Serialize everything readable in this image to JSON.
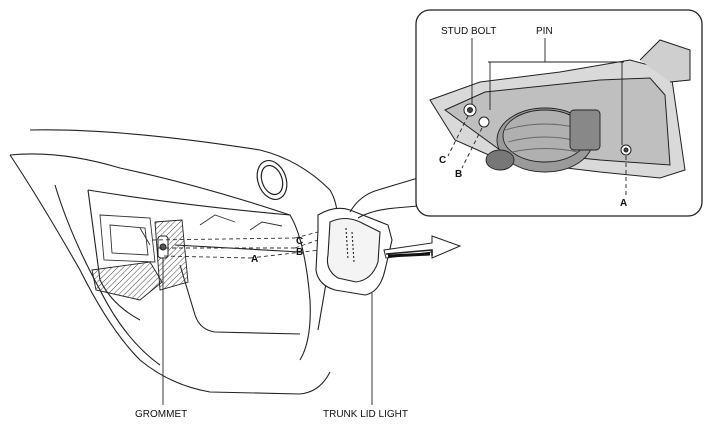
{
  "labels": {
    "stud_bolt": "STUD BOLT",
    "pin": "PIN",
    "grommet": "GROMMET",
    "trunk_lid_light": "TRUNK LID LIGHT",
    "point_a": "A",
    "point_b": "B",
    "point_c": "C"
  }
}
